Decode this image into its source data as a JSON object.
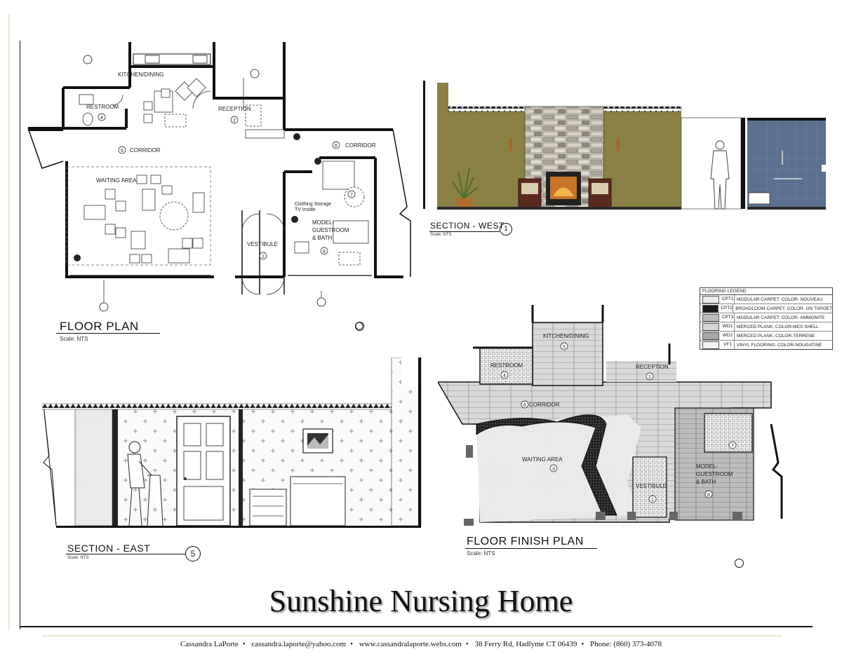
{
  "sheet": {
    "title": "Sunshine Nursing Home",
    "footer": {
      "name": "Cassandra LaPorte",
      "email": "cassandra.laporte@yahoo.com",
      "website": "www.cassandralaporte.webs.com",
      "address": "38 Ferry Rd, Hadlyme CT 06439",
      "phone": "Phone: (860) 373-4078",
      "separator": "•"
    }
  },
  "floor_plan": {
    "title": "FLOOR PLAN",
    "scale": "Scale: NTS",
    "rooms": {
      "kitchen": "KITCHEN/DINING",
      "restroom": "RESTROOM",
      "reception": "RECEPTION",
      "corridor_west": "CORRIDOR",
      "corridor_east": "CORRIDOR",
      "waiting": "WAITING AREA",
      "vestibule": "VESTIBULE",
      "guestroom_1": "MODEL-",
      "guestroom_2": "GUESTROOM",
      "guestroom_3": "& BATH",
      "storage_1": "Clothing Storage",
      "storage_2": "TV Inside"
    },
    "room_numbers": {
      "restroom": "4",
      "reception": "2",
      "corridor_west": "6",
      "corridor_east": "6",
      "vestibule": "1",
      "guestroom": "8",
      "bath": "7"
    }
  },
  "section_west": {
    "title": "SECTION - WEST",
    "scale": "Scale: NTS",
    "number": "1"
  },
  "section_east": {
    "title": "SECTION - EAST",
    "scale": "Scale: NTS",
    "number": "5"
  },
  "finish_plan": {
    "title": "FLOOR FINISH PLAN",
    "scale": "Scale: NTS",
    "rooms": {
      "kitchen": "KITCHEN/DINING",
      "restroom": "RESTROOM",
      "reception": "RECEPTION",
      "corridor": "CORRIDOR",
      "waiting": "WAITING AREA",
      "vestibule": "VESTIBULE",
      "guestroom_1": "MODEL-",
      "guestroom_2": "GUESTROOM",
      "guestroom_3": "& BATH"
    },
    "room_numbers": {
      "kitchen": "5",
      "restroom": "4",
      "reception": "2",
      "corridor": "6",
      "waiting": "3",
      "vestibule": "1",
      "guestroom": "8",
      "bath": "7"
    }
  },
  "flooring_legend": {
    "title": "FLOORING LEGEND",
    "items": [
      {
        "code": "CPT1",
        "desc": "MODULAR CARPET; COLOR- NOUVEAU",
        "swatch": "#e9e9e9"
      },
      {
        "code": "CPT2",
        "desc": "BROADLOOM CARPET; COLOR- ON TARGET",
        "swatch": "#1a1a1a"
      },
      {
        "code": "CPT3",
        "desc": "MODULAR CARPET; COLOR- AMMONITE",
        "swatch": "#bdbdbd"
      },
      {
        "code": "WD1",
        "desc": "MERCED PLANK; COLOR-MES SHELL",
        "swatch": "#d6d6d6"
      },
      {
        "code": "WD2",
        "desc": "MERCED PLANK; COLOR-TERRENE",
        "swatch": "#a8a8a8"
      },
      {
        "code": "VF1",
        "desc": "VINYL FLOORING; COLOR-NOUGATINE",
        "swatch": "#f3f3f3"
      }
    ]
  },
  "colors": {
    "wall_olive": "#8b8045",
    "stone": "#c9c4ba",
    "tile_blue": "#566c8c",
    "rug_dark": "#1b1b1b",
    "plant_pot": "#b06a2d"
  }
}
